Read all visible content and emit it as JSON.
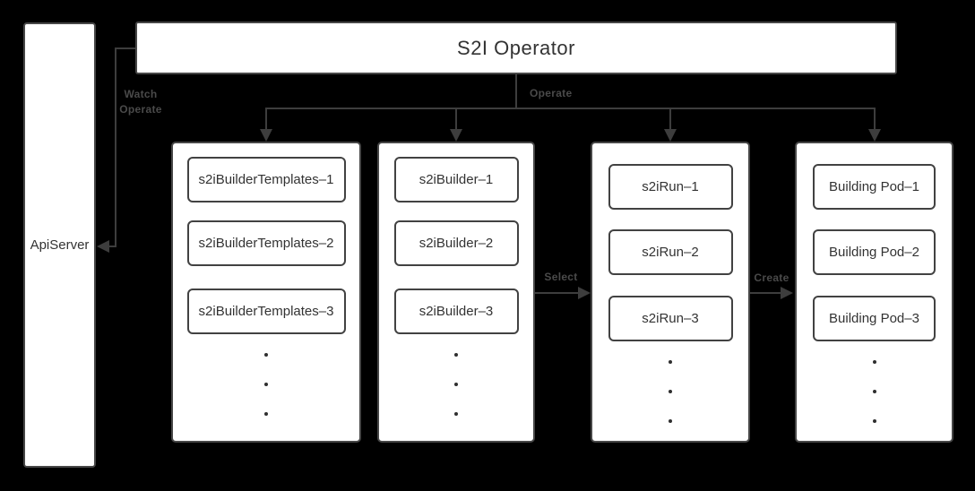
{
  "diagram_title": "S2I Operator",
  "colors": {
    "background": "#000000",
    "node_fill": "#ffffff",
    "node_border": "#474747",
    "node_text": "#333333",
    "wire": "#3d3d3d",
    "edge_label_text": "#4a4a4a"
  },
  "nodes": {
    "operator": "S2I Operator",
    "api_server": "ApiServer"
  },
  "edge_labels": {
    "watch_line1": "Watch",
    "watch_line2": "Operate",
    "operate": "Operate",
    "select": "Select",
    "create": "Create"
  },
  "groups": [
    {
      "id": "s2i-builder-templates",
      "items": [
        "s2iBuilderTemplates–1",
        "s2iBuilderTemplates–2",
        "s2iBuilderTemplates–3"
      ],
      "ellipsis_dots": 3
    },
    {
      "id": "s2i-builder",
      "items": [
        "s2iBuilder–1",
        "s2iBuilder–2",
        "s2iBuilder–3"
      ],
      "ellipsis_dots": 3
    },
    {
      "id": "s2i-run",
      "items": [
        "s2iRun–1",
        "s2iRun–2",
        "s2iRun–3"
      ],
      "ellipsis_dots": 3
    },
    {
      "id": "building-pod",
      "items": [
        "Building Pod–1",
        "Building Pod–2",
        "Building Pod–3"
      ],
      "ellipsis_dots": 3
    }
  ]
}
